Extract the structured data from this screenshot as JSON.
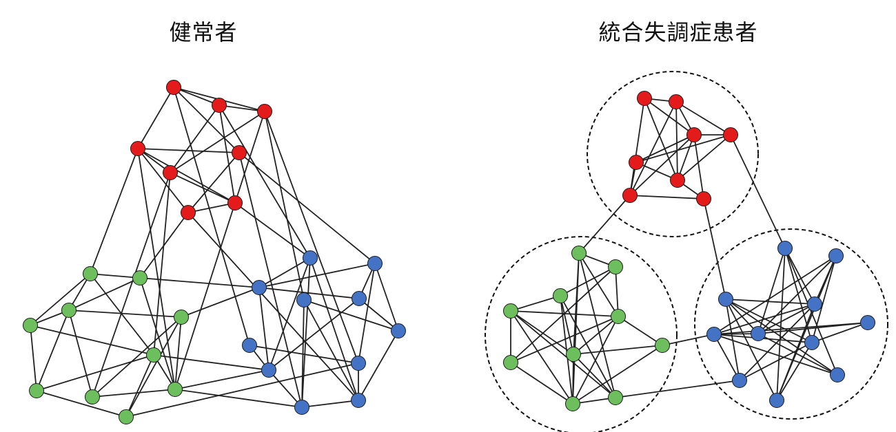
{
  "panels": [
    {
      "title": "健常者",
      "groups": {
        "red": 8,
        "green": 10,
        "blue": 11
      },
      "edges": [
        [
          "r1",
          "r2"
        ],
        [
          "r1",
          "r3"
        ],
        [
          "r1",
          "r4"
        ],
        [
          "r1",
          "r5"
        ],
        [
          "r1",
          "b7"
        ],
        [
          "r2",
          "r3"
        ],
        [
          "r2",
          "r6"
        ],
        [
          "r2",
          "r7"
        ],
        [
          "r2",
          "b1"
        ],
        [
          "r3",
          "r6"
        ],
        [
          "r3",
          "r7"
        ],
        [
          "r3",
          "b9"
        ],
        [
          "r3",
          "b4"
        ],
        [
          "r4",
          "r5"
        ],
        [
          "r4",
          "r6"
        ],
        [
          "r4",
          "r8"
        ],
        [
          "r4",
          "r7"
        ],
        [
          "r4",
          "g1"
        ],
        [
          "r4",
          "g9"
        ],
        [
          "r6",
          "r7"
        ],
        [
          "r6",
          "g8"
        ],
        [
          "r6",
          "g6"
        ],
        [
          "r7",
          "r8"
        ],
        [
          "r7",
          "b1"
        ],
        [
          "r7",
          "g9"
        ],
        [
          "r5",
          "b2"
        ],
        [
          "r5",
          "r8"
        ],
        [
          "r5",
          "b10"
        ],
        [
          "r8",
          "g2"
        ],
        [
          "r8",
          "b11"
        ],
        [
          "g1",
          "g2"
        ],
        [
          "g1",
          "g3"
        ],
        [
          "g1",
          "g5"
        ],
        [
          "g1",
          "g6"
        ],
        [
          "g2",
          "g3"
        ],
        [
          "g2",
          "b3"
        ],
        [
          "g2",
          "g9"
        ],
        [
          "g3",
          "g4"
        ],
        [
          "g3",
          "g5"
        ],
        [
          "g3",
          "g7"
        ],
        [
          "g3",
          "g8"
        ],
        [
          "g4",
          "b3"
        ],
        [
          "g4",
          "g9"
        ],
        [
          "g4",
          "g8"
        ],
        [
          "g4",
          "g10"
        ],
        [
          "g5",
          "g6"
        ],
        [
          "g5",
          "g7"
        ],
        [
          "g6",
          "g9"
        ],
        [
          "g6",
          "g10"
        ],
        [
          "g6",
          "b8"
        ],
        [
          "g7",
          "g10"
        ],
        [
          "g7",
          "g6"
        ],
        [
          "g8",
          "g9"
        ],
        [
          "g9",
          "b8"
        ],
        [
          "g9",
          "b10"
        ],
        [
          "g10",
          "b9"
        ],
        [
          "b1",
          "b3"
        ],
        [
          "b1",
          "b10"
        ],
        [
          "b1",
          "b8"
        ],
        [
          "b2",
          "b3"
        ],
        [
          "b2",
          "b5"
        ],
        [
          "b2",
          "b6"
        ],
        [
          "b2",
          "b9"
        ],
        [
          "b3",
          "b5"
        ],
        [
          "b3",
          "b8"
        ],
        [
          "b4",
          "b10"
        ],
        [
          "b4",
          "b6"
        ],
        [
          "b4",
          "b11"
        ],
        [
          "b5",
          "b6"
        ],
        [
          "b7",
          "b9"
        ],
        [
          "b7",
          "b8"
        ],
        [
          "b8",
          "b10"
        ],
        [
          "b9",
          "b11"
        ],
        [
          "b10",
          "b11"
        ],
        [
          "b5",
          "b8"
        ],
        [
          "b6",
          "b11"
        ],
        [
          "b1",
          "b11"
        ]
      ]
    },
    {
      "title": "統合失調症患者",
      "groups": {
        "red": 8,
        "green": 10,
        "blue": 11
      },
      "edges": [
        [
          "r1",
          "r2"
        ],
        [
          "r1",
          "r6"
        ],
        [
          "r1",
          "r3"
        ],
        [
          "r1",
          "r7"
        ],
        [
          "r2",
          "r3"
        ],
        [
          "r2",
          "r6"
        ],
        [
          "r2",
          "r4"
        ],
        [
          "r2",
          "r7"
        ],
        [
          "r3",
          "r4"
        ],
        [
          "r3",
          "r5"
        ],
        [
          "r3",
          "r6"
        ],
        [
          "r3",
          "r7"
        ],
        [
          "r3",
          "r8"
        ],
        [
          "r4",
          "r5"
        ],
        [
          "r4",
          "r6"
        ],
        [
          "r4",
          "b1"
        ],
        [
          "r5",
          "r6"
        ],
        [
          "r5",
          "r7"
        ],
        [
          "r6",
          "r8"
        ],
        [
          "r7",
          "r8"
        ],
        [
          "r7",
          "g1"
        ],
        [
          "r8",
          "b3"
        ],
        [
          "g1",
          "g2"
        ],
        [
          "g1",
          "g6"
        ],
        [
          "g1",
          "g4"
        ],
        [
          "g1",
          "g9"
        ],
        [
          "g1",
          "g10"
        ],
        [
          "g2",
          "g3"
        ],
        [
          "g2",
          "g4"
        ],
        [
          "g2",
          "g7"
        ],
        [
          "g3",
          "g5"
        ],
        [
          "g3",
          "g6"
        ],
        [
          "g3",
          "g9"
        ],
        [
          "g3",
          "g10"
        ],
        [
          "g5",
          "g4"
        ],
        [
          "g5",
          "g7"
        ],
        [
          "g5",
          "g9"
        ],
        [
          "g5",
          "g6"
        ],
        [
          "g5",
          "g10"
        ],
        [
          "g4",
          "g8"
        ],
        [
          "g4",
          "g6"
        ],
        [
          "g4",
          "g9"
        ],
        [
          "g4",
          "g7"
        ],
        [
          "g6",
          "g8"
        ],
        [
          "g6",
          "g9"
        ],
        [
          "g6",
          "g10"
        ],
        [
          "g7",
          "g9"
        ],
        [
          "g8",
          "g9"
        ],
        [
          "g9",
          "g10"
        ],
        [
          "g8",
          "b5"
        ],
        [
          "g10",
          "b10"
        ],
        [
          "b1",
          "b4"
        ],
        [
          "b1",
          "b7"
        ],
        [
          "b1",
          "b9"
        ],
        [
          "b1",
          "b11"
        ],
        [
          "b1",
          "b6"
        ],
        [
          "b2",
          "b4"
        ],
        [
          "b2",
          "b5"
        ],
        [
          "b2",
          "b11"
        ],
        [
          "b2",
          "b6"
        ],
        [
          "b2",
          "b7"
        ],
        [
          "b3",
          "b4"
        ],
        [
          "b3",
          "b7"
        ],
        [
          "b3",
          "b9"
        ],
        [
          "b3",
          "b11"
        ],
        [
          "b3",
          "b10"
        ],
        [
          "b3",
          "b6"
        ],
        [
          "b4",
          "b5"
        ],
        [
          "b4",
          "b6"
        ],
        [
          "b4",
          "b10"
        ],
        [
          "b4",
          "b11"
        ],
        [
          "b5",
          "b6"
        ],
        [
          "b5",
          "b7"
        ],
        [
          "b5",
          "b9"
        ],
        [
          "b5",
          "b10"
        ],
        [
          "b6",
          "b8"
        ],
        [
          "b6",
          "b9"
        ],
        [
          "b7",
          "b8"
        ],
        [
          "b7",
          "b11"
        ],
        [
          "b5",
          "b8"
        ],
        [
          "b10",
          "b7"
        ]
      ],
      "community_outlines": [
        "red",
        "green",
        "blue"
      ]
    }
  ],
  "colors": {
    "red": "#E31B1B",
    "green": "#6CBF5C",
    "blue": "#4472C4",
    "edge": "#222222",
    "outline": "#111111"
  }
}
